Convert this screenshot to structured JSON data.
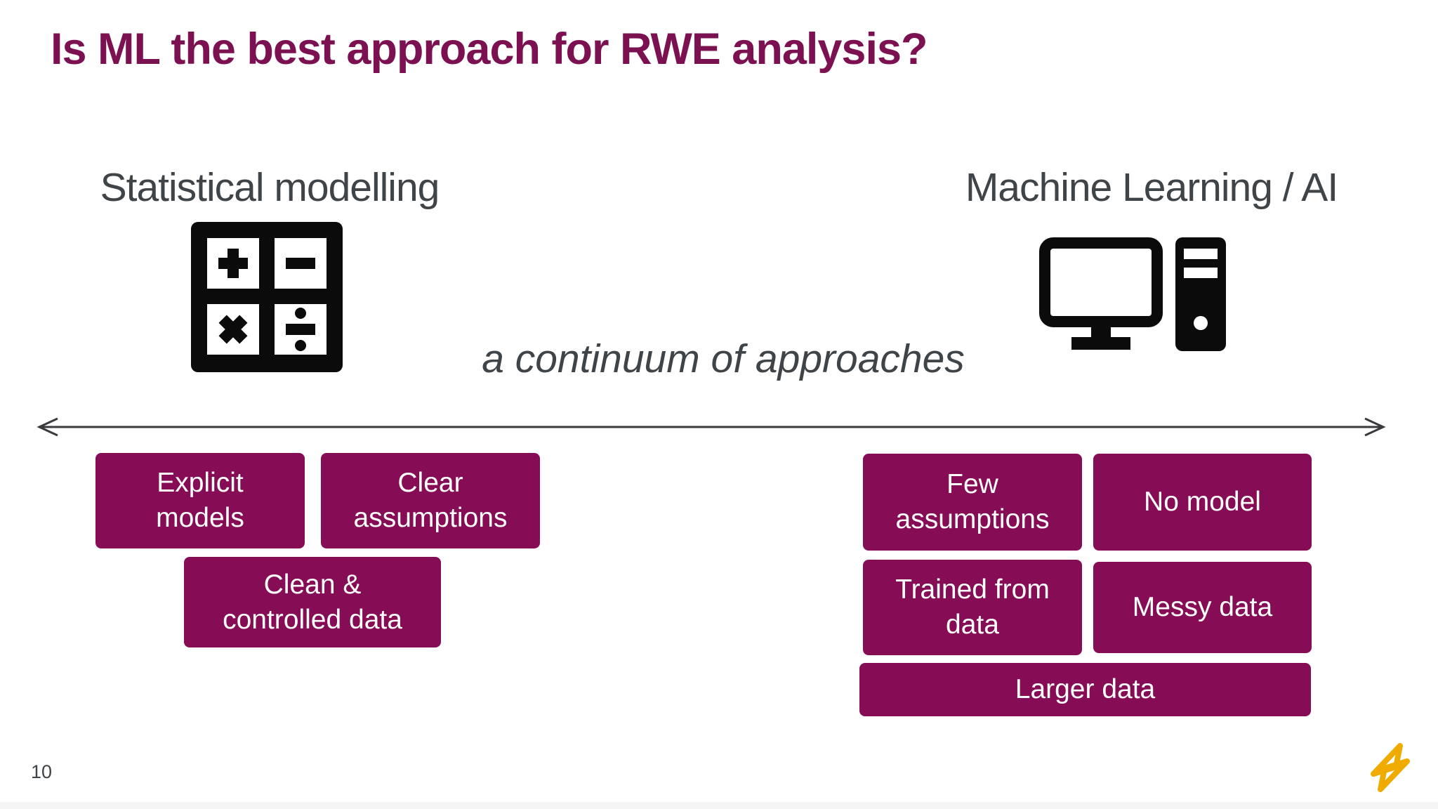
{
  "slide": {
    "title": "Is ML the best approach for RWE analysis?",
    "page_number": "10",
    "continuum_label": "a continuum of approaches",
    "left": {
      "header": "Statistical modelling",
      "icon": "calculator-icon",
      "boxes": {
        "explicit": "Explicit\nmodels",
        "clear": "Clear\nassumptions",
        "clean": "Clean &\ncontrolled data"
      }
    },
    "right": {
      "header": "Machine Learning / AI",
      "icon": "computer-icon",
      "boxes": {
        "few": "Few\nassumptions",
        "nomodel": "No model",
        "trained": "Trained from\ndata",
        "messy": "Messy data",
        "larger": "Larger data"
      }
    },
    "arrow": {
      "type": "double-headed-horizontal",
      "color": "#3a3a3e"
    },
    "colors": {
      "box_mulberry": "#860d55",
      "title_mulberry": "#7c1152",
      "text_gray": "#3f4449",
      "icon_black": "#0b0b0b",
      "logo_gold": "#F0AB00"
    }
  }
}
